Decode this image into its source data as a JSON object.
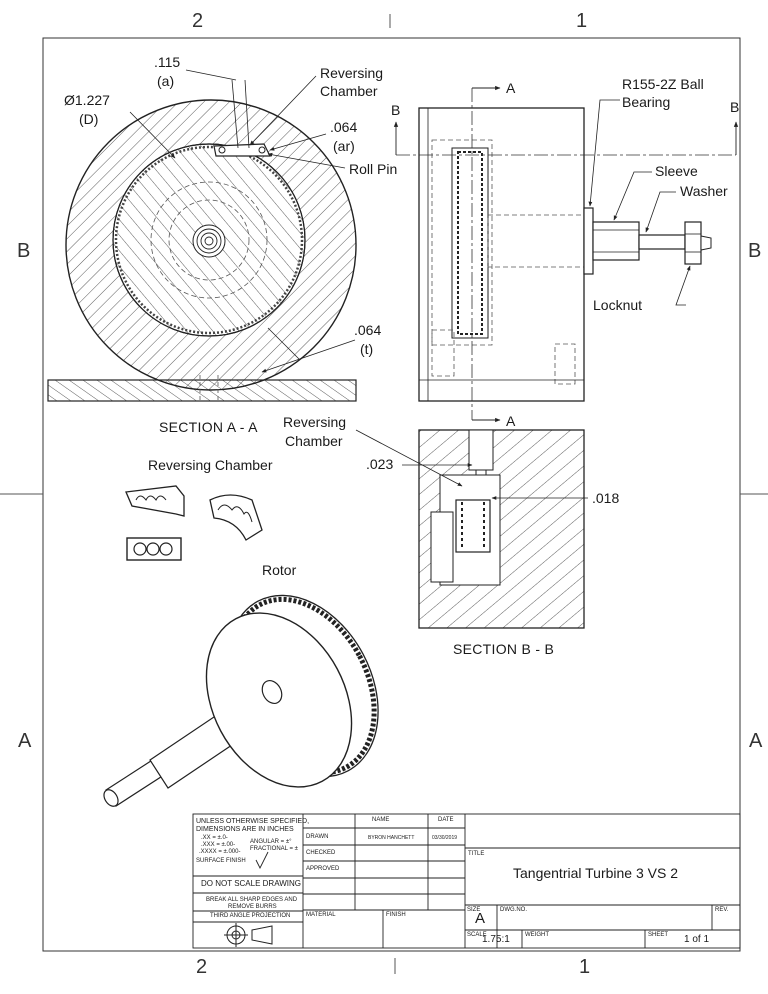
{
  "zones": {
    "top": [
      "2",
      "1"
    ],
    "bottom": [
      "2",
      "1"
    ],
    "left": [
      "B",
      "A"
    ],
    "right": [
      "B",
      "A"
    ]
  },
  "section_a": {
    "title": "SECTION A - A",
    "dim_a_value": ".115",
    "dim_a_sym": "(a)",
    "dim_d_value": "Ø1.227",
    "dim_d_sym": "(D)",
    "dim_ar_value": ".064",
    "dim_ar_sym": "(ar)",
    "dim_t_value": ".064",
    "dim_t_sym": "(t)",
    "reversing_chamber": [
      "Reversing",
      "Chamber"
    ],
    "roll_pin": "Roll Pin"
  },
  "side_view": {
    "section_marker": "A",
    "cut_marker": "B",
    "bearing": [
      "R155-2Z Ball",
      "Bearing"
    ],
    "sleeve": "Sleeve",
    "washer": "Washer",
    "locknut": "Locknut"
  },
  "section_b": {
    "title": "SECTION B - B",
    "reversing_chamber": [
      "Reversing",
      "Chamber"
    ],
    "dim_left": ".023",
    "dim_right": ".018"
  },
  "details": {
    "reversing_chamber_title": "Reversing Chamber",
    "rotor_title": "Rotor"
  },
  "title_block": {
    "notes": [
      "UNLESS OTHERWISE SPECIFIED,",
      "DIMENSIONS ARE IN INCHES"
    ],
    "tol_xx": ".XX = ±.0-",
    "tol_xxx": ".XXX = ±.00-",
    "tol_xxxx": ".XXXX = ±.000-",
    "tol_angular": "ANGULAR = ±°",
    "tol_fractional": "FRACTIONAL = ±",
    "surface_finish": "SURFACE FINISH",
    "do_not_scale": "DO NOT SCALE DRAWING",
    "break_edges": [
      "BREAK ALL SHARP EDGES AND",
      "REMOVE BURRS"
    ],
    "projection": "THIRD ANGLE PROJECTION",
    "col_name": "NAME",
    "col_date": "DATE",
    "drawn": "DRAWN",
    "drawn_name": "BYRON HANCHETT",
    "drawn_date": "03/30/2019",
    "checked": "CHECKED",
    "approved": "APPROVED",
    "material": "MATERIAL",
    "finish": "FINISH",
    "title_label": "TITLE",
    "title": "Tangentrial Turbine 3 VS 2",
    "size_label": "SIZE",
    "size": "A",
    "dwg_no_label": "DWG.NO.",
    "rev_label": "REV.",
    "scale_label": "SCALE",
    "scale": "1.75:1",
    "weight_label": "WEIGHT",
    "sheet_label": "SHEET",
    "sheet": "1 of 1"
  }
}
